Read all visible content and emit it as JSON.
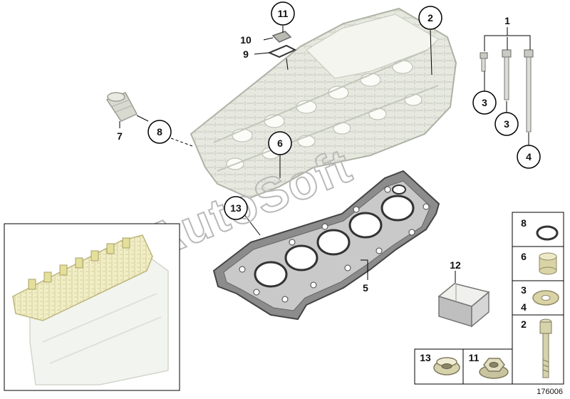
{
  "diagram": {
    "diagram_id": "176006",
    "watermark": "AutoSoft",
    "colors": {
      "line": "#000000",
      "head": "#e7e9e0",
      "head_edge": "#aeb2a6",
      "gasket": "#5c5c5c",
      "inset_head": "#f1eec7",
      "inset_block": "#f2f4ef",
      "ring": "#ffffff"
    },
    "callouts": [
      {
        "id": "c11",
        "label": "11",
        "circle": true
      },
      {
        "id": "c10",
        "label": "10",
        "circle": false
      },
      {
        "id": "c9",
        "label": "9",
        "circle": false
      },
      {
        "id": "c2",
        "label": "2",
        "circle": true
      },
      {
        "id": "c1",
        "label": "1",
        "circle": false
      },
      {
        "id": "c3a",
        "label": "3",
        "circle": true
      },
      {
        "id": "c3b",
        "label": "3",
        "circle": true
      },
      {
        "id": "c4",
        "label": "4",
        "circle": true
      },
      {
        "id": "c8",
        "label": "8",
        "circle": true
      },
      {
        "id": "c7",
        "label": "7",
        "circle": false
      },
      {
        "id": "c6",
        "label": "6",
        "circle": true
      },
      {
        "id": "c13",
        "label": "13",
        "circle": true
      },
      {
        "id": "c5",
        "label": "5",
        "circle": false
      },
      {
        "id": "c12",
        "label": "12",
        "circle": false
      }
    ],
    "legend_cells": [
      {
        "id": "l8",
        "labels": [
          "8"
        ]
      },
      {
        "id": "l6",
        "labels": [
          "6"
        ]
      },
      {
        "id": "l34",
        "labels": [
          "3",
          "4"
        ]
      },
      {
        "id": "l2",
        "labels": [
          "2"
        ]
      },
      {
        "id": "l13",
        "labels": [
          "13"
        ]
      },
      {
        "id": "l11",
        "labels": [
          "11"
        ]
      }
    ]
  }
}
